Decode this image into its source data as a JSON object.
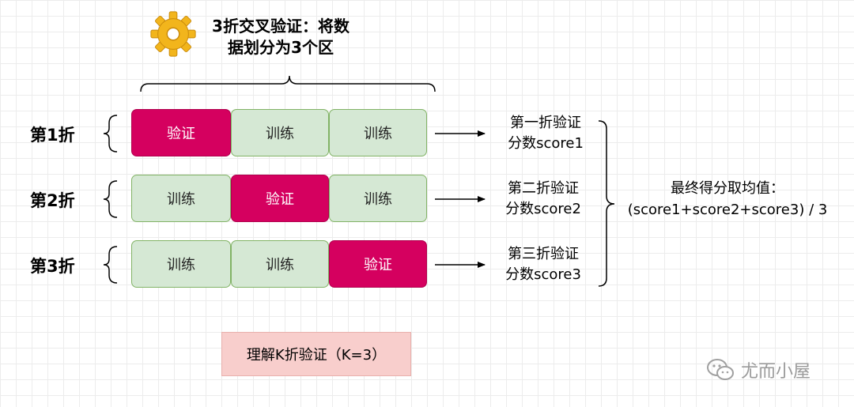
{
  "header": {
    "line1": "3折交叉验证：将数",
    "line2": "据划分为3个区"
  },
  "folds": [
    {
      "label": "第1折",
      "cells": [
        {
          "text": "验证",
          "role": "validation"
        },
        {
          "text": "训练",
          "role": "train"
        },
        {
          "text": "训练",
          "role": "train"
        }
      ],
      "score_line1": "第一折验证",
      "score_line2": "分数score1"
    },
    {
      "label": "第2折",
      "cells": [
        {
          "text": "训练",
          "role": "train"
        },
        {
          "text": "验证",
          "role": "validation"
        },
        {
          "text": "训练",
          "role": "train"
        }
      ],
      "score_line1": "第二折验证",
      "score_line2": "分数score2"
    },
    {
      "label": "第3折",
      "cells": [
        {
          "text": "训练",
          "role": "train"
        },
        {
          "text": "训练",
          "role": "train"
        },
        {
          "text": "验证",
          "role": "validation"
        }
      ],
      "score_line1": "第三折验证",
      "score_line2": "分数score3"
    }
  ],
  "final": {
    "line1": "最终得分取均值：",
    "line2": "(score1+score2+score3) / 3"
  },
  "note": "理解K折验证（K=3）",
  "watermark": "尤而小屋",
  "colors": {
    "validation_fill": "#d5005f",
    "train_fill": "#d5e8d4",
    "train_border": "#82b366",
    "note_fill": "#f8cecc",
    "gear": "#f2b51c"
  }
}
